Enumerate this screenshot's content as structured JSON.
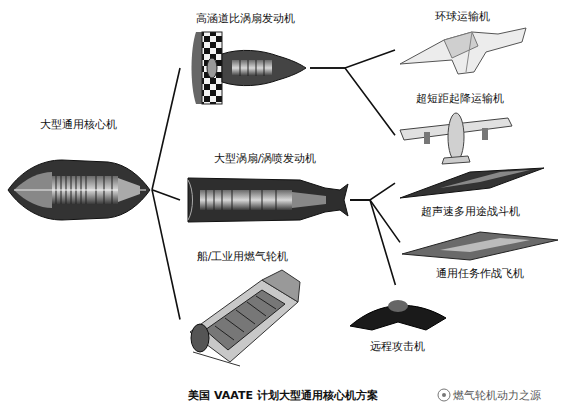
{
  "diagram": {
    "caption": "美国 VAATE 计划大型通用核心机方案",
    "nodes": [
      {
        "text": [
          "大型通用核心机"
        ]
      },
      {
        "text": [
          "高涵道比涡扇发动机"
        ]
      },
      {
        "text": [
          "大型涡扇/涡喷发动机"
        ]
      },
      {
        "text": [
          "船/工业用燃气轮机"
        ]
      },
      {
        "text": [
          "环球运输机"
        ]
      },
      {
        "text": [
          "超短距起降运输机"
        ]
      },
      {
        "text": [
          "超声速多用途战斗机"
        ]
      },
      {
        "text": [
          "通用任务作战飞机"
        ]
      },
      {
        "text": [
          "远程攻击机"
        ]
      }
    ],
    "edges": [
      {
        "from": 0,
        "to": 1,
        "arrow": "none"
      },
      {
        "from": 0,
        "to": 2,
        "arrow": "none"
      },
      {
        "from": 0,
        "to": 3,
        "arrow": "none"
      },
      {
        "from": 1,
        "to": 4,
        "arrow": "none"
      },
      {
        "from": 1,
        "to": 5,
        "arrow": "none"
      },
      {
        "from": 2,
        "to": 6,
        "arrow": "none"
      },
      {
        "from": 2,
        "to": 7,
        "arrow": "none"
      },
      {
        "from": 2,
        "to": 8,
        "arrow": "none"
      }
    ],
    "labels": [
      "燃气轮机动力之源"
    ]
  }
}
